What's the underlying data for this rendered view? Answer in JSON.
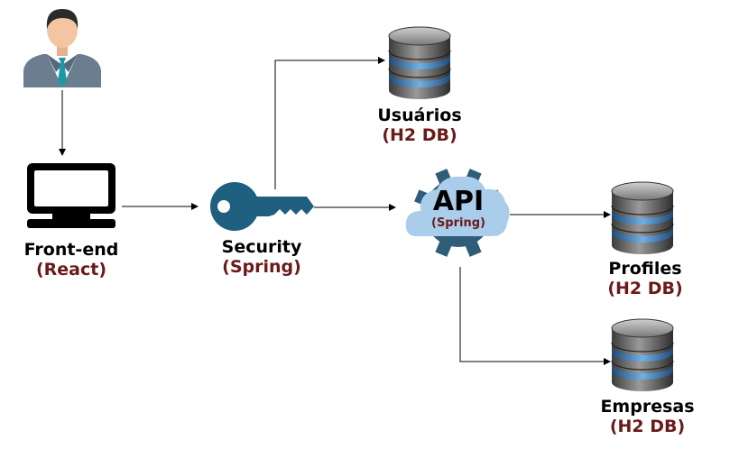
{
  "nodes": {
    "user": {
      "icon": "user-avatar-icon"
    },
    "frontend": {
      "name": "Front-end",
      "tech": "(React)",
      "icon": "monitor-icon"
    },
    "security": {
      "name": "Security",
      "tech": "(Spring)",
      "icon": "key-icon"
    },
    "api": {
      "name": "API",
      "tech": "(Spring)",
      "icon": "cloud-gear-icon"
    },
    "usuarios": {
      "name": "Usuários",
      "tech": "(H2 DB)",
      "icon": "database-icon"
    },
    "profiles": {
      "name": "Profiles",
      "tech": "(H2 DB)",
      "icon": "database-icon"
    },
    "empresas": {
      "name": "Empresas",
      "tech": "(H2 DB)",
      "icon": "database-icon"
    }
  },
  "colors": {
    "label_accent": "#6b1a1a",
    "key": "#1f5f80",
    "gear": "#2f5d78",
    "cloud": "#a9cdea",
    "db_light": "#9a9a9a",
    "db_dark": "#3c3c3c",
    "db_band": "#4a8ec9"
  }
}
